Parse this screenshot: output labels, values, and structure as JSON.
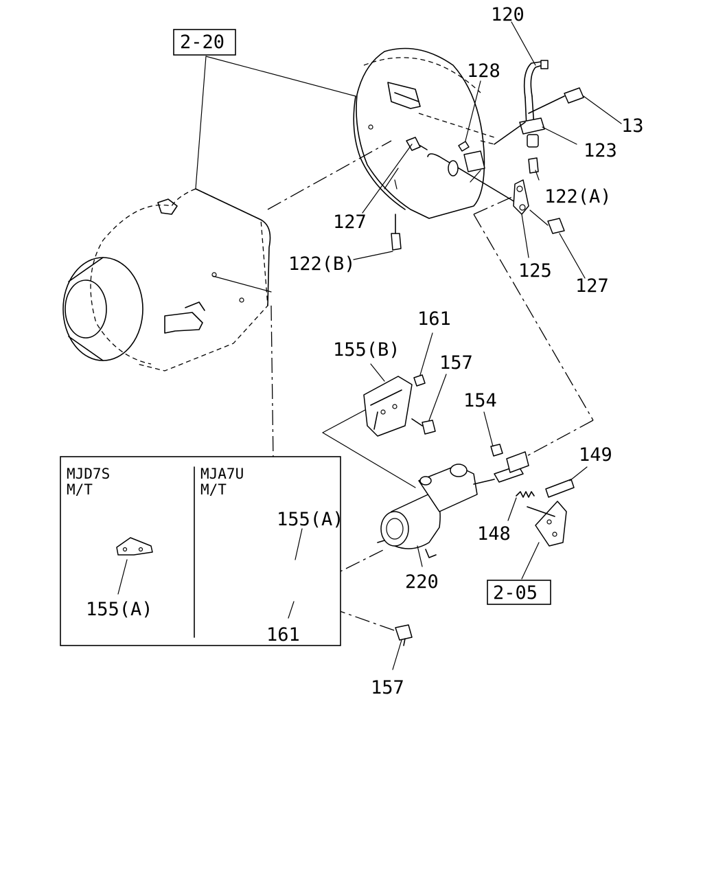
{
  "references": {
    "ref_2_20": "2-20",
    "ref_2_05": "2-05"
  },
  "callouts": {
    "c120": "120",
    "c128": "128",
    "c13": "13",
    "c123": "123",
    "c122a": "122(A)",
    "c127_top": "127",
    "c122b": "122(B)",
    "c125": "125",
    "c127_right": "127",
    "c161_top": "161",
    "c155b": "155(B)",
    "c157_top": "157",
    "c154": "154",
    "c149": "149",
    "c148": "148",
    "c155a_main": "155(A)",
    "c220": "220",
    "c161_bottom": "161",
    "c157_bottom": "157",
    "c155a_inset": "155(A)"
  },
  "inset": {
    "left_model": "MJD7S",
    "left_trans": "M/T",
    "right_model": "MJA7U",
    "right_trans": "M/T"
  }
}
